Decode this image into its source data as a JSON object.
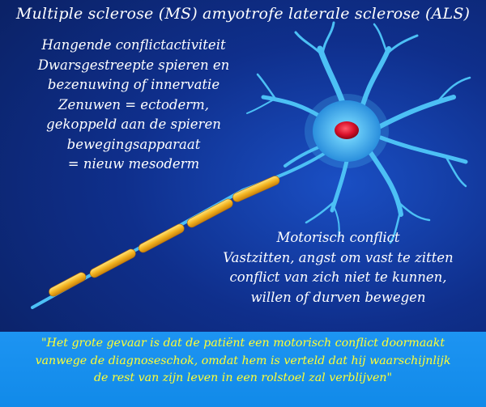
{
  "title": "Multiple sclerose (MS) amyotrofe laterale sclerose (ALS)",
  "left_block": {
    "lines": [
      "Hangende conflictactiviteit",
      "Dwarsgestreepte spieren en",
      "bezenuwing of innervatie",
      "Zenuwen = ectoderm,",
      "gekoppeld aan de spieren",
      "bewegingsapparaat",
      "= nieuw mesoderm"
    ]
  },
  "right_block": {
    "lines": [
      "Motorisch conflict",
      "Vastzitten, angst om vast te zitten",
      "conflict van zich niet te kunnen,",
      "willen of durven bewegen"
    ]
  },
  "quote": {
    "lines": [
      "\"Het grote gevaar is dat de patiënt een motorisch conflict doormaakt",
      "vanwege de diagnoseschok, omdat hem is verteld dat hij waarschijnlijk",
      "de rest van zijn leven in een rolstoel zal verblijven\""
    ]
  },
  "colors": {
    "background": "#0f2f8c",
    "quote_bar": "#1a90ee",
    "quote_text": "#ffff33",
    "body_text": "#ffffff",
    "neuron": "#3fb4f0",
    "nucleus": "#e0102a",
    "myelin": "#f2b320"
  }
}
